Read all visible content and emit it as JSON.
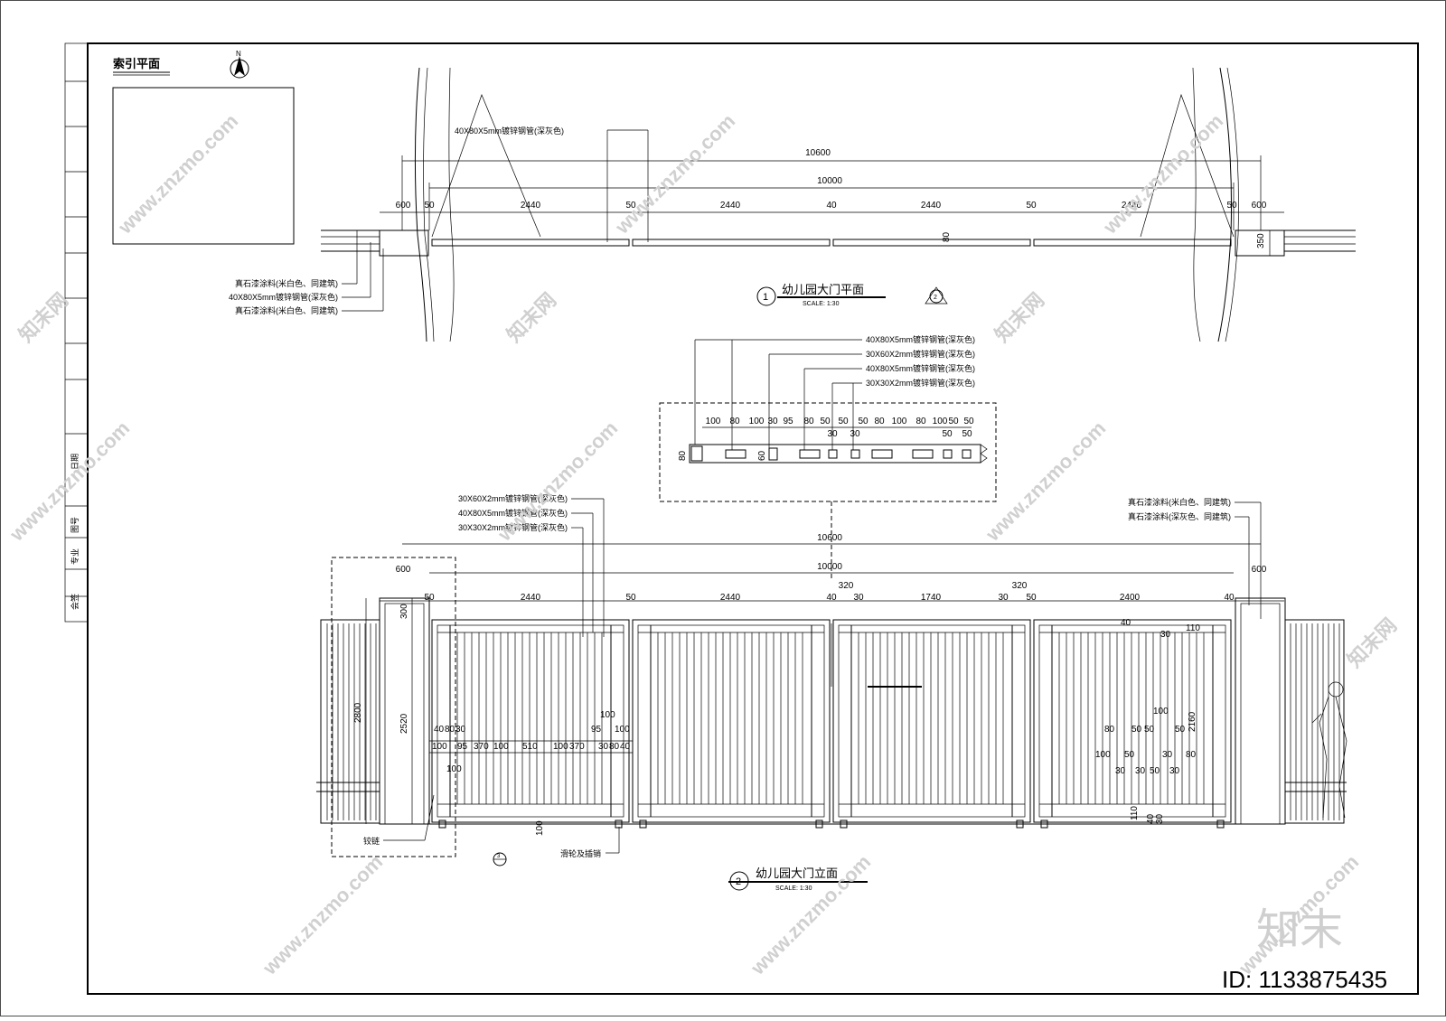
{
  "sheet": {
    "index_plan_title": "索引平面",
    "north_label": "N",
    "plan_view": {
      "title": "幼儿园大门平面",
      "number": "1",
      "scale": "SCALE: 1:30",
      "callout_label": "40X80X5mm镀锌钢管(深灰色)",
      "left_labels": [
        "真石漆涂料(米白色、同建筑)",
        "40X80X5mm镀锌钢管(深灰色)",
        "真石漆涂料(米白色、同建筑)"
      ],
      "dims_total": [
        "10600",
        "10000"
      ],
      "dims_segments": [
        "600",
        "50",
        "2440",
        "50",
        "2440",
        "40",
        "2440",
        "50",
        "2440",
        "50",
        "600"
      ],
      "dim_depth": "350",
      "dim_80": "80",
      "section_mark": "2"
    },
    "detail": {
      "labels": [
        "40X80X5mm镀锌钢管(深灰色)",
        "30X60X2mm镀锌钢管(深灰色)",
        "40X80X5mm镀锌钢管(深灰色)",
        "30X30X2mm镀锌钢管(深灰色)"
      ],
      "dims_top": [
        "100",
        "80",
        "100",
        "30",
        "95",
        "80",
        "50",
        "50",
        "50",
        "80",
        "100",
        "80",
        "100",
        "50",
        "50"
      ],
      "dims_small": [
        "30",
        "30",
        "50",
        "50"
      ],
      "dim_80": "80",
      "dim_60": "60"
    },
    "elevation": {
      "title": "幼儿园大门立面",
      "number": "2",
      "scale": "SCALE: 1:30",
      "labels_left": [
        "30X60X2mm镀锌钢管(深灰色)",
        "40X80X5mm镀锌钢管(深灰色)",
        "30X30X2mm镀锌钢管(深灰色)"
      ],
      "labels_right": [
        "真石漆涂料(米白色、同建筑)",
        "真石漆涂料(深灰色、同建筑)"
      ],
      "dims_total": [
        "10600",
        "10000"
      ],
      "dims_segments": [
        "600",
        "50",
        "2440",
        "50",
        "2440",
        "40",
        "30",
        "1740",
        "30",
        "50",
        "2400",
        "40",
        "600"
      ],
      "dims_320": [
        "320",
        "320"
      ],
      "dims_height": [
        "2800",
        "2520",
        "300",
        "2160"
      ],
      "dims_left_detail": [
        "40",
        "80",
        "30",
        "100",
        "95",
        "370",
        "100",
        "510",
        "100",
        "370",
        "30",
        "80",
        "40",
        "100",
        "95",
        "100",
        "100"
      ],
      "dims_right_detail": [
        "40",
        "30",
        "110",
        "100",
        "80",
        "50",
        "50",
        "50",
        "100",
        "50",
        "30",
        "30",
        "30",
        "50",
        "30",
        "80",
        "110",
        "40",
        "30"
      ],
      "dim_bottom": "100",
      "hinge_label": "铰链",
      "wheel_label": "滑轮及插销",
      "section_ref": "3"
    },
    "title_block": [
      "会签",
      "专业",
      "图号",
      "日期"
    ],
    "watermark_site": "www.znzmo.com",
    "watermark_brand": "知末网",
    "watermark_logo": "知末",
    "image_id": "ID: 1133875435"
  }
}
